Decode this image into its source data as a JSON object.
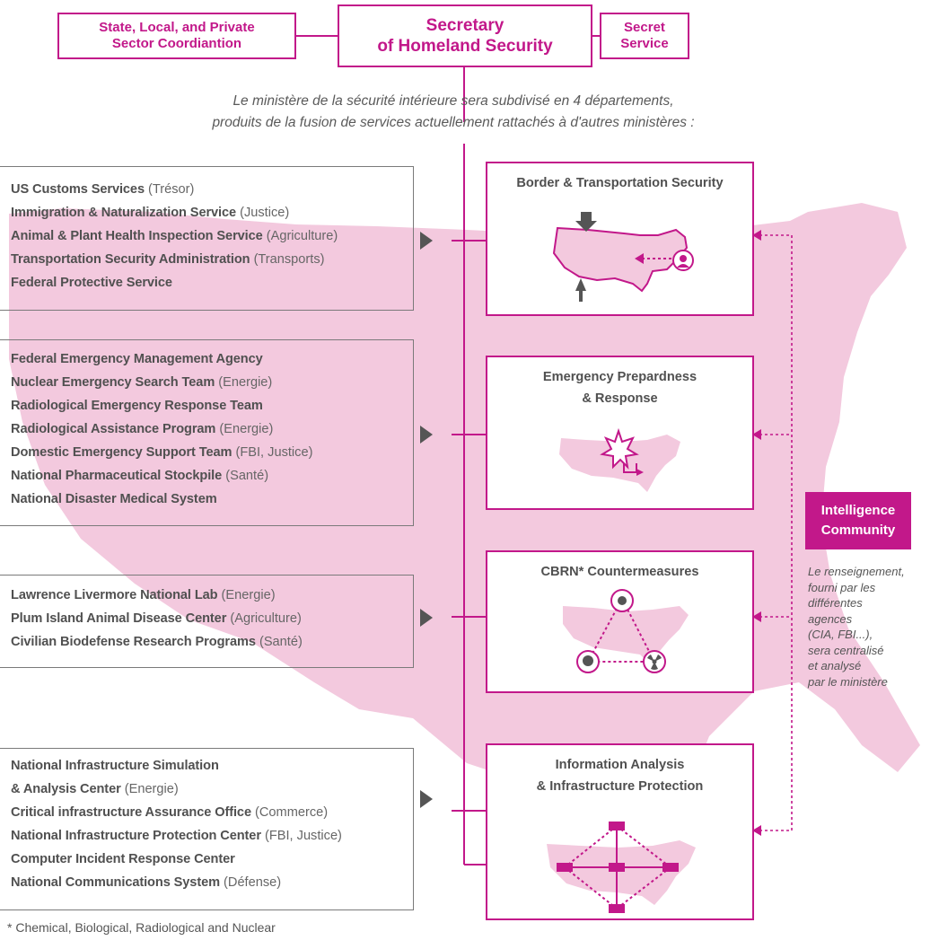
{
  "header": {
    "secretary_line1": "Secretary",
    "secretary_line2": "of Homeland Security",
    "left_box_line1": "State, Local, and Private",
    "left_box_line2": "Sector Coordiantion",
    "right_box_line1": "Secret",
    "right_box_line2": "Service"
  },
  "intro": {
    "line1": "Le ministère de la sécurité intérieure sera subdivisé en 4 départements,",
    "line2": "produits de la fusion de services actuellement rattachés à d'autres ministères :"
  },
  "groups": [
    {
      "items": [
        {
          "name": "US Customs Services",
          "paren": "(Trésor)"
        },
        {
          "name": "Immigration & Naturalization Service",
          "paren": "(Justice)"
        },
        {
          "name": "Animal & Plant Health Inspection Service",
          "paren": "(Agriculture)"
        },
        {
          "name": "Transportation Security Administration",
          "paren": "(Transports)"
        },
        {
          "name": "Federal Protective Service",
          "paren": ""
        }
      ]
    },
    {
      "items": [
        {
          "name": "Federal Emergency Management  Agency",
          "paren": ""
        },
        {
          "name": "Nuclear Emergency Search Team",
          "paren": "(Energie)"
        },
        {
          "name": "Radiological Emergency Response Team",
          "paren": ""
        },
        {
          "name": "Radiological Assistance Program",
          "paren": "(Energie)"
        },
        {
          "name": "Domestic Emergency Support Team",
          "paren": "(FBI, Justice)"
        },
        {
          "name": "National Pharmaceutical Stockpile",
          "paren": "(Santé)"
        },
        {
          "name": "National Disaster Medical System",
          "paren": ""
        }
      ]
    },
    {
      "items": [
        {
          "name": "Lawrence Livermore National Lab",
          "paren": "(Energie)"
        },
        {
          "name": "Plum Island Animal Disease Center",
          "paren": "(Agriculture)"
        },
        {
          "name": "Civilian Biodefense Research Programs",
          "paren": "(Santé)"
        }
      ]
    },
    {
      "items": [
        {
          "name": "National Infrastructure Simulation",
          "paren": ""
        },
        {
          "name": "& Analysis Center",
          "paren": "(Energie)"
        },
        {
          "name": "Critical infrastructure  Assurance Office",
          "paren": "(Commerce)"
        },
        {
          "name": "National Infrastructure Protection Center",
          "paren": "(FBI, Justice)"
        },
        {
          "name": "Computer Incident Response Center",
          "paren": ""
        },
        {
          "name": "National Communications System",
          "paren": "(Défense)"
        }
      ]
    }
  ],
  "departments": [
    {
      "line1": "Border & Transportation Security",
      "line2": ""
    },
    {
      "line1": "Emergency Prepardness",
      "line2": "& Response"
    },
    {
      "line1": "CBRN* Countermeasures",
      "line2": ""
    },
    {
      "line1": "Information Analysis",
      "line2": "& Infrastructure Protection"
    }
  ],
  "intelligence": {
    "line1": "Intelligence",
    "line2": "Community",
    "note": [
      "Le renseignement,",
      "fourni par les",
      "différentes",
      "agences",
      "(CIA, FBI...),",
      "sera centralisé",
      "et analysé",
      "par le ministère"
    ]
  },
  "footnote": "* Chemical, Biological, Radiological and Nuclear",
  "colors": {
    "accent": "#c2188a",
    "map_fill": "#f3c9de",
    "text": "#555555"
  }
}
